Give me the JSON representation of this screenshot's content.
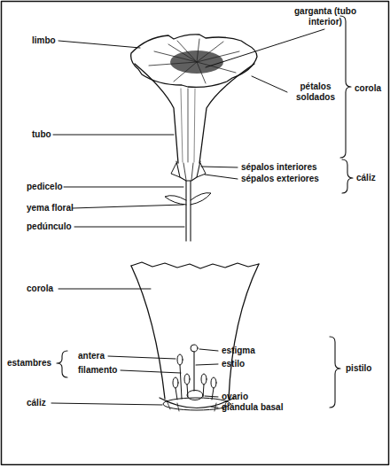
{
  "diagram": {
    "labels": [
      "limbo",
      "garganta (tubo interior)",
      "pétalos soldados",
      "corola",
      "tubo",
      "sépalos interiores",
      "sépalos exteriores",
      "cáliz",
      "pedicelo",
      "yema floral",
      "pedúnculo",
      "corola",
      "estambres",
      "antera",
      "estigma",
      "estilo",
      "pistilo",
      "filamento",
      "cáliz",
      "ovario",
      "glándula basal"
    ]
  }
}
